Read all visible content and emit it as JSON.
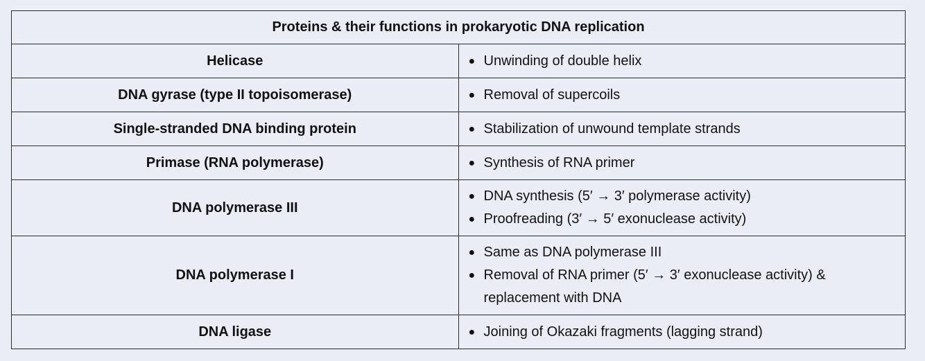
{
  "table": {
    "title": "Proteins & their functions in prokaryotic DNA replication",
    "rows": [
      {
        "protein": "Helicase",
        "functions": [
          "Unwinding of double helix"
        ]
      },
      {
        "protein": "DNA gyrase (type II topoisomerase)",
        "functions": [
          "Removal of supercoils"
        ]
      },
      {
        "protein": "Single-stranded DNA binding protein",
        "functions": [
          "Stabilization of unwound template strands"
        ]
      },
      {
        "protein": "Primase (RNA polymerase)",
        "functions": [
          "Synthesis of RNA primer"
        ]
      },
      {
        "protein": "DNA polymerase III",
        "functions": [
          "DNA synthesis (5′ → 3′ polymerase activity)",
          "Proofreading (3′ → 5′ exonuclease activity)"
        ]
      },
      {
        "protein": "DNA polymerase I",
        "functions": [
          "Same as DNA polymerase III",
          "Removal of RNA primer (5′ → 3′ exonuclease activity) & replacement with DNA"
        ]
      },
      {
        "protein": "DNA ligase",
        "functions": [
          "Joining of Okazaki fragments (lagging strand)"
        ]
      }
    ]
  }
}
